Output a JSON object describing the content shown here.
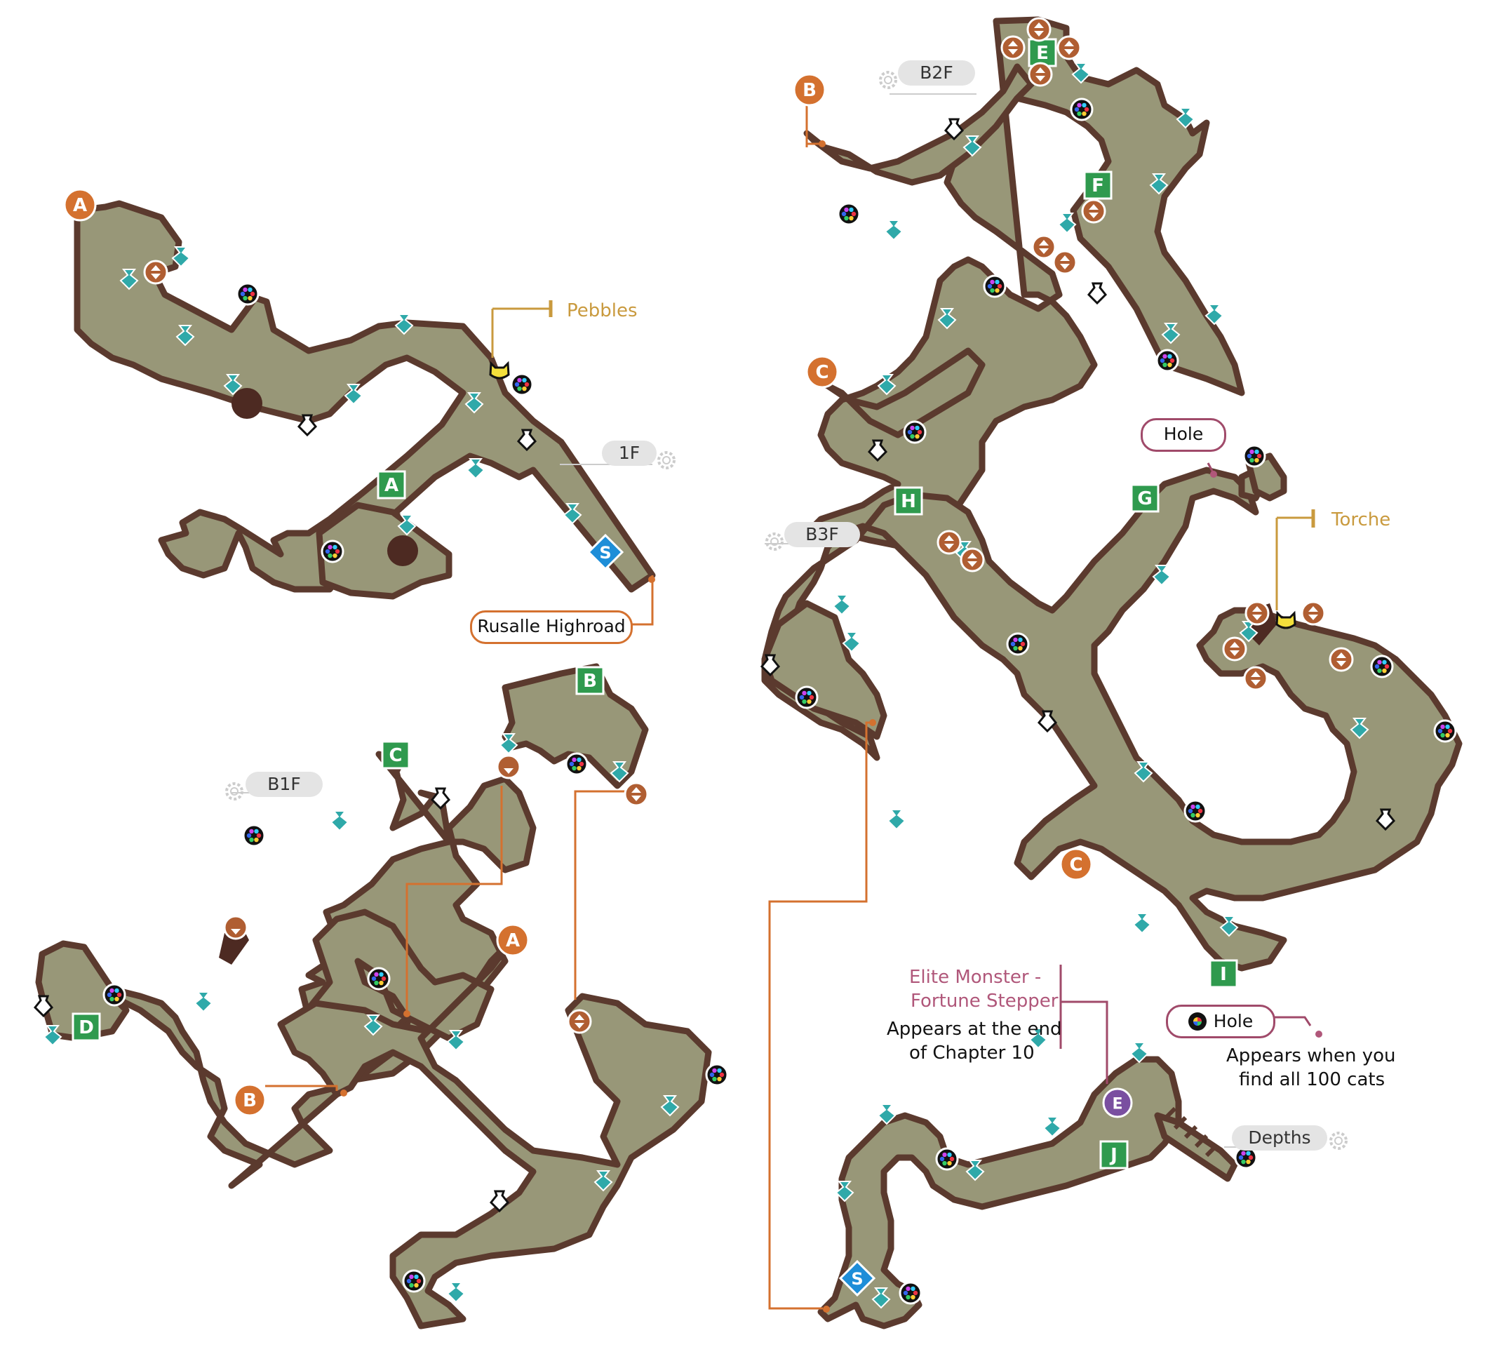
{
  "floors": {
    "f1": "1F",
    "b1": "B1F",
    "b2": "B2F",
    "b3": "B3F",
    "depths": "Depths"
  },
  "connection_letters": {
    "a": "A",
    "b": "B",
    "c": "C"
  },
  "waypoint_letters": {
    "a": "A",
    "b": "B",
    "c": "C",
    "d": "D",
    "e": "E",
    "f": "F",
    "g": "G",
    "h": "H",
    "i": "I",
    "j": "J"
  },
  "start_marker": "S",
  "elite_marker": "E",
  "labels": {
    "pebbles": "Pebbles",
    "torche": "Torche",
    "rusalle_highroad": "Rusalle Highroad",
    "hole_b3": "Hole",
    "hole_secret": "Hole",
    "hole_secret_note_1": "Appears when you",
    "hole_secret_note_2": "find all 100 cats",
    "elite_title_1": "Elite Monster -",
    "elite_title_2": "Fortune Stepper",
    "elite_note_1": "Appears at the end",
    "elite_note_2": "of Chapter 10"
  },
  "icons": {
    "orb": "gacha-orb-icon",
    "crystal": "teal-crystal-icon",
    "pot": "pot-icon",
    "stairs": "stairs-icon",
    "cat": "cat-icon",
    "gear": "gear-icon",
    "hole": "hole-icon"
  },
  "colors": {
    "cave_fill": "#989778",
    "cave_border": "#5b3a2e",
    "connection_orange": "#d4712f",
    "waypoint_green": "#2f9a4e",
    "start_blue": "#1e8ed8",
    "crystal_teal": "#2fa9a9",
    "elite_purple": "#7a4fa0",
    "label_gold": "#c99a3e",
    "label_pink": "#b0577a"
  }
}
